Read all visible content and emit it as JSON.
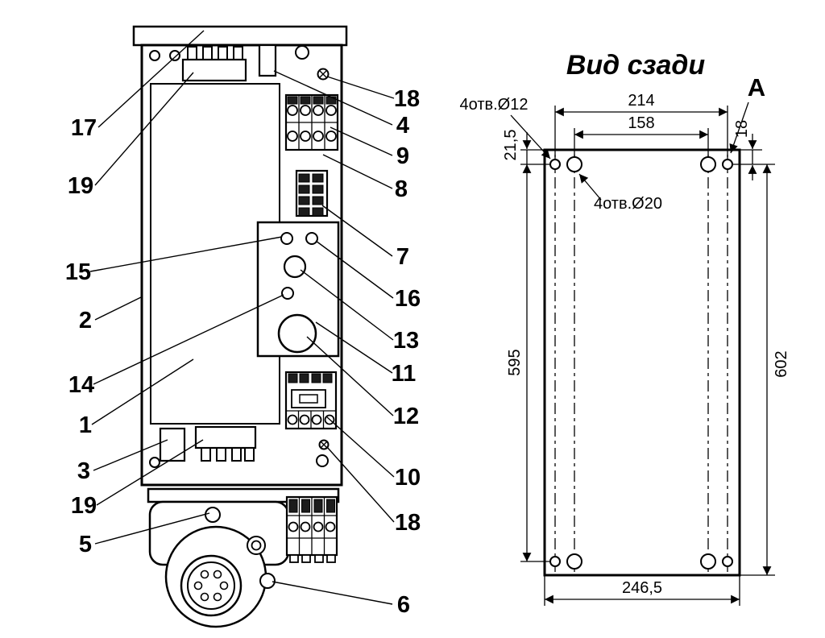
{
  "title": "Вид сзади",
  "front_view": {
    "callouts": {
      "c1": "1",
      "c2": "2",
      "c3": "3",
      "c4": "4",
      "c5": "5",
      "c6": "6",
      "c7": "7",
      "c8": "8",
      "c9": "9",
      "c10": "10",
      "c11": "11",
      "c12": "12",
      "c13": "13",
      "c14": "14",
      "c15": "15",
      "c16": "16",
      "c17": "17",
      "c18_top": "18",
      "c18_bottom": "18",
      "c19_top": "19",
      "c19_bottom": "19"
    }
  },
  "rear_view": {
    "view_label": "A",
    "hole_note_small": "4отв.Ø12",
    "hole_note_large": "4отв.Ø20",
    "dims": {
      "outer_holes_width": "214",
      "inner_holes_width": "158",
      "top_offset_left": "21,5",
      "hole_span_height": "595",
      "overall_height": "602",
      "top_offset_right": "18",
      "overall_width": "246,5"
    }
  }
}
